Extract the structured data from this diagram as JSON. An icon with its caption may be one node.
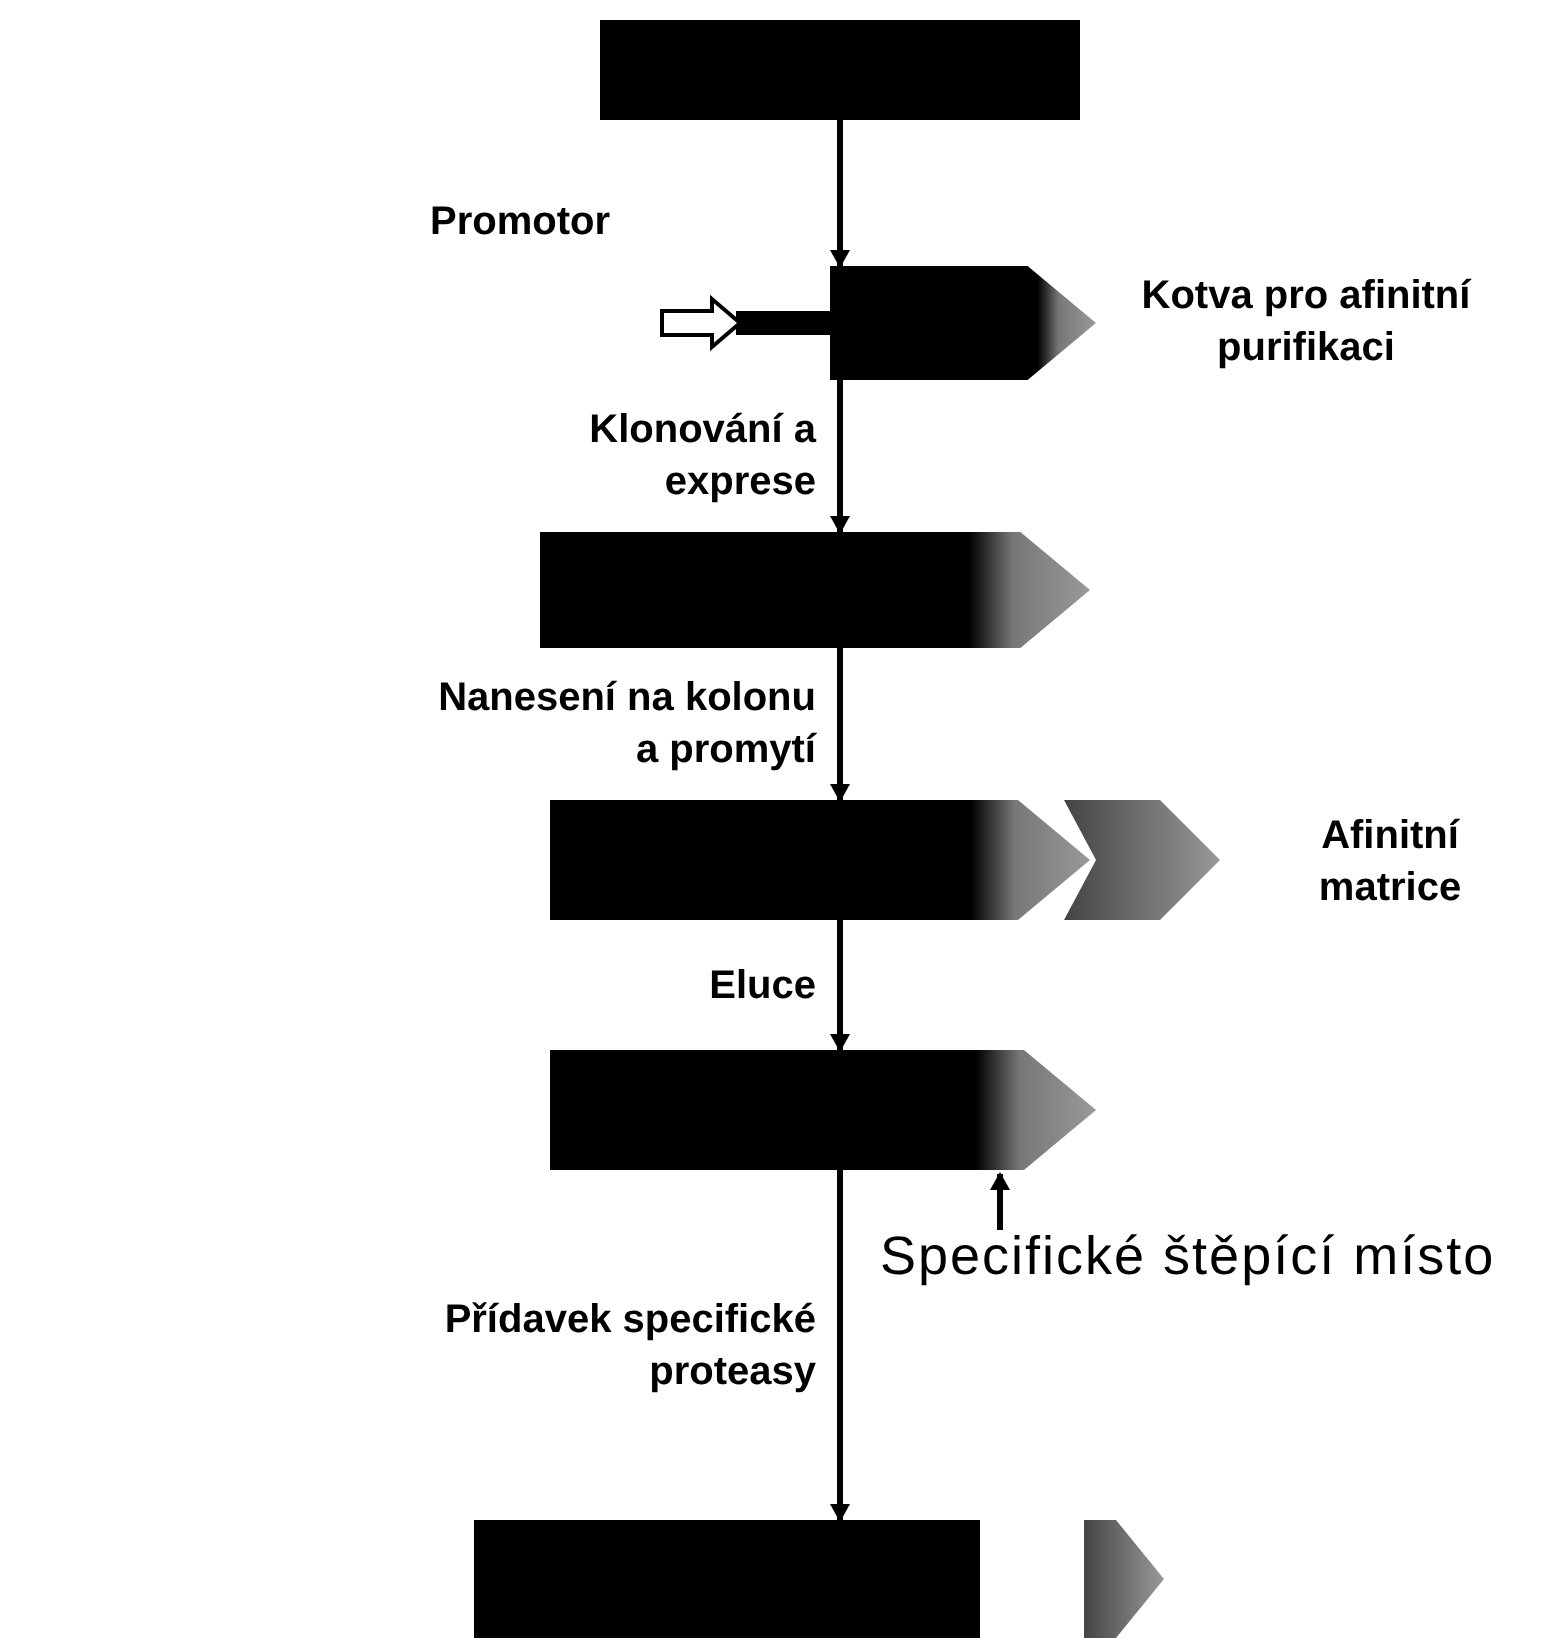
{
  "diagram": {
    "nodes": [
      {
        "text": [],
        "shape": "box"
      },
      {
        "text": [],
        "shape": "pentagon",
        "beside": [
          "Promotor",
          "Kotva pro afinitní purifikaci"
        ]
      },
      {
        "text": [],
        "shape": "pentagon"
      },
      {
        "text": [],
        "shape": "pentagon"
      },
      {
        "text": [],
        "shape": "chevron",
        "beside": [
          "Afinitní matrice"
        ]
      },
      {
        "text": [],
        "shape": "pentagon"
      },
      {
        "text": [
          "Specifické štěpící místo"
        ]
      },
      {
        "text": [],
        "shape": "box"
      },
      {
        "text": [],
        "shape": "chevron"
      }
    ],
    "edges": [
      {
        "from": 0,
        "to": 1,
        "arrow": "to"
      },
      {
        "from": 1,
        "to": 2,
        "arrow": "to",
        "label": "Klonování a exprese"
      },
      {
        "from": 2,
        "to": 3,
        "arrow": "to",
        "label": "Nanesení na kolonu a promytí"
      },
      {
        "from": 3,
        "to": 5,
        "arrow": "to",
        "label": "Eluce"
      },
      {
        "from": 5,
        "to": 7,
        "arrow": "to",
        "label": "Přídavek specifické proteasy"
      },
      {
        "from": 6,
        "to": null,
        "arrow": "to"
      }
    ]
  }
}
